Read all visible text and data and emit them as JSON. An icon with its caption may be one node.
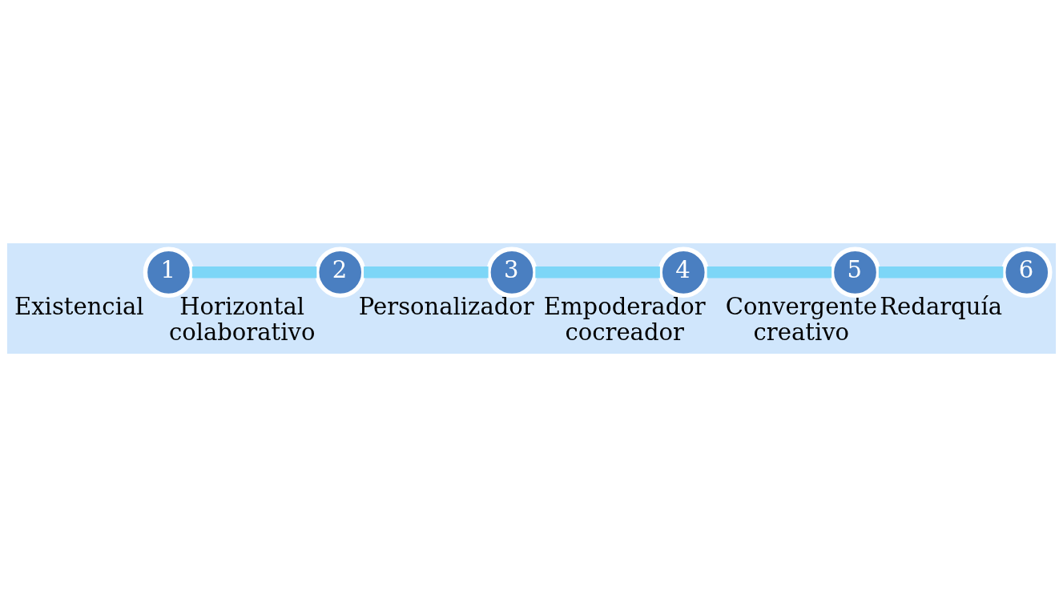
{
  "diagram": {
    "nodes": [
      {
        "text": [
          "1"
        ],
        "beside": [
          "Existencial"
        ]
      },
      {
        "text": [
          "2"
        ],
        "beside": [
          "Horizontal colaborativo"
        ]
      },
      {
        "text": [
          "3"
        ],
        "beside": [
          "Personalizador"
        ]
      },
      {
        "text": [
          "4"
        ],
        "beside": [
          "Empoderador cocreador"
        ]
      },
      {
        "text": [
          "5"
        ],
        "beside": [
          "Convergente creativo"
        ]
      },
      {
        "text": [
          "6"
        ],
        "beside": [
          "Redarquía"
        ]
      }
    ],
    "edges": [
      {
        "from": 0,
        "to": 1,
        "arrow": "none"
      },
      {
        "from": 1,
        "to": 2,
        "arrow": "none"
      },
      {
        "from": 2,
        "to": 3,
        "arrow": "none"
      },
      {
        "from": 3,
        "to": 4,
        "arrow": "none"
      },
      {
        "from": 4,
        "to": 5,
        "arrow": "none"
      }
    ]
  }
}
